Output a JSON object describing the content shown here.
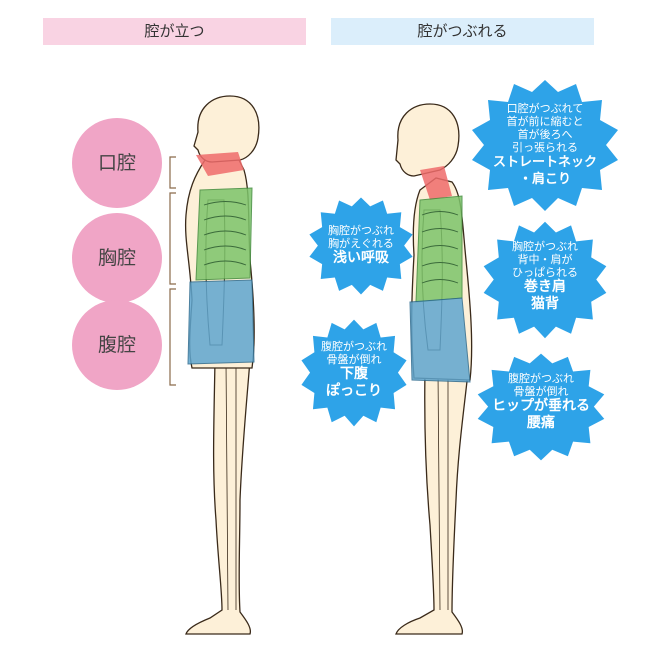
{
  "headers": {
    "left": "腔が立つ",
    "right": "腔がつぶれる"
  },
  "cavities": [
    "口腔",
    "胸腔",
    "腹腔"
  ],
  "callouts": [
    {
      "lines": [
        "口腔がつぶれて",
        "首が前に縮むと",
        "首が後ろへ",
        "引っ張られる"
      ],
      "bold": [
        "ストレートネック",
        "・肩こり"
      ]
    },
    {
      "lines": [
        "胸腔がつぶれ",
        "胸がえぐれる"
      ],
      "bold": [
        "浅い呼吸"
      ]
    },
    {
      "lines": [
        "胸腔がつぶれ",
        "背中・肩が",
        "ひっぱられる"
      ],
      "bold": [
        "巻き肩",
        "猫背"
      ]
    },
    {
      "lines": [
        "腹腔がつぶれ",
        "骨盤が倒れ"
      ],
      "bold": [
        "下腹",
        "ぽっこり"
      ]
    },
    {
      "lines": [
        "腹腔がつぶれ",
        "骨盤が倒れ"
      ],
      "bold": [
        "ヒップが垂れる",
        "腰痛"
      ]
    }
  ],
  "colors": {
    "pink": "#f0a5c6",
    "blue": "#2ea3e8",
    "skin": "#fdf0d8",
    "chest": "#7cc46a",
    "abdomen": "#5fa6cf",
    "mouth": "#ef6b6b"
  }
}
